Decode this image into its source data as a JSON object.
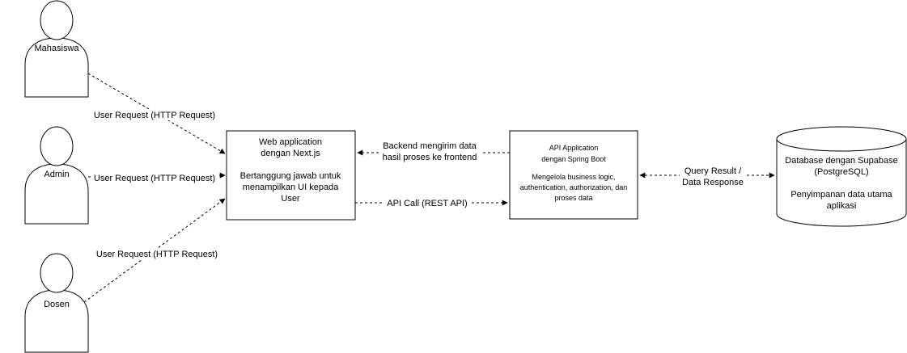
{
  "actors": {
    "mahasiswa": "Mahasiswa",
    "admin": "Admin",
    "dosen": "Dosen"
  },
  "web_app": {
    "line1": "Web application",
    "line2": "dengan Next.js",
    "line3": "Bertanggung jawab untuk",
    "line4": "menampilkan UI kepada",
    "line5": "User"
  },
  "api_app": {
    "line1": "API Application",
    "line2": "dengan Spring Boot",
    "line3": "Mengelola business logic,",
    "line4": "authentication, authorization, dan",
    "line5": "proses data"
  },
  "database": {
    "line1": "Database dengan Supabase",
    "line2": "(PostgreSQL)",
    "line3": "Penyimpanan data utama",
    "line4": "aplikasi"
  },
  "edges": {
    "mahasiswa_request": "User Request (HTTP Request)",
    "admin_request": "User Request (HTTP Request)",
    "dosen_request": "User Request (HTTP Request)",
    "backend_response_1": "Backend mengirim data",
    "backend_response_2": "hasil proses ke frontend",
    "api_call": "API Call (REST API)",
    "query_result_1": "Query Result /",
    "query_result_2": "Data Response"
  }
}
